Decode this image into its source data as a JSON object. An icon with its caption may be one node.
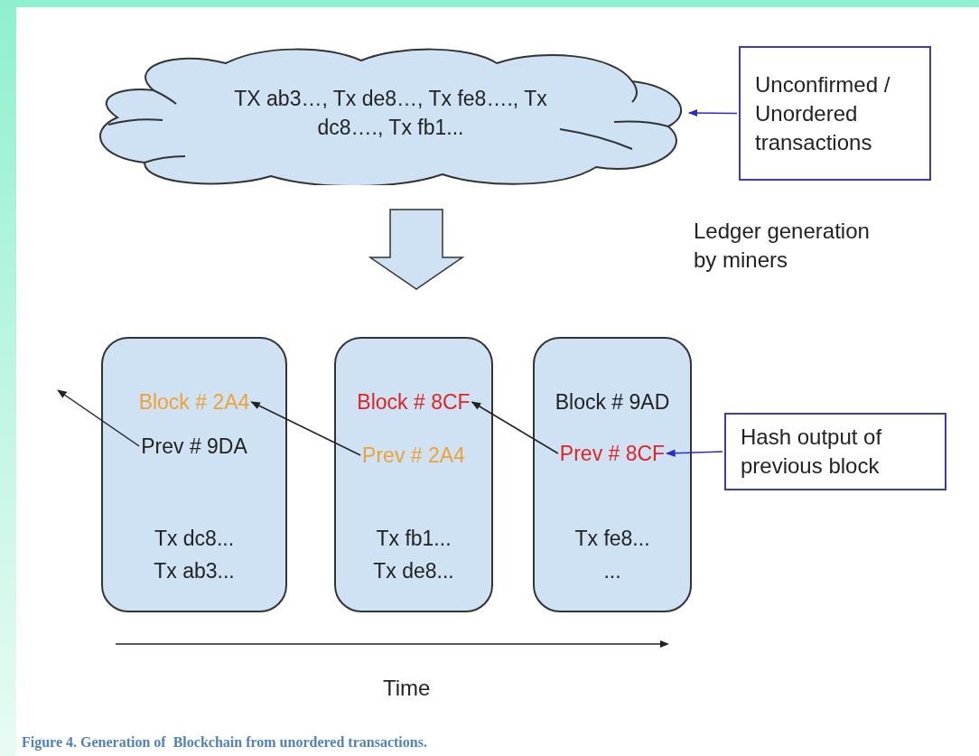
{
  "diagram": {
    "caption": "Figure 4. Generation of  Blockchain from unordered transactions.",
    "nodes": [
      {
        "text": [
          "TX ab3…, Tx de8…, Tx fe8…., Tx dc8…., Tx fb1..."
        ]
      },
      {
        "text": [
          "Unconfirmed / Unordered transactions"
        ]
      },
      {
        "text": [
          "Tx dc8...",
          "Tx ab3..."
        ]
      },
      {
        "text": [
          "Block # 2A4"
        ],
        "in": 2
      },
      {
        "text": [
          "Prev # 9DA"
        ],
        "in": 2
      },
      {
        "text": [
          "Tx fb1...",
          "Tx de8..."
        ]
      },
      {
        "text": [
          "Block # 8CF"
        ],
        "in": 5
      },
      {
        "text": [
          "Prev # 2A4"
        ],
        "in": 5
      },
      {
        "text": [
          "Tx fe8...",
          "..."
        ]
      },
      {
        "text": [
          "Block # 9AD"
        ],
        "in": 8
      },
      {
        "text": [
          "Prev # 8CF"
        ],
        "in": 8
      },
      {
        "text": [
          "Hash output of previous block"
        ]
      }
    ],
    "edges": [
      {
        "from": 1,
        "to": 0,
        "arrow": "to",
        "color": "#2b2bc8"
      },
      {
        "from": 4,
        "to": null,
        "arrow": "to"
      },
      {
        "from": 7,
        "to": 3,
        "arrow": "to"
      },
      {
        "from": 10,
        "to": 6,
        "arrow": "to"
      },
      {
        "from": 11,
        "to": 10,
        "arrow": "to",
        "color": "#2b2bc8"
      }
    ],
    "labels": [
      "Ledger generation by miners",
      "Time"
    ]
  }
}
